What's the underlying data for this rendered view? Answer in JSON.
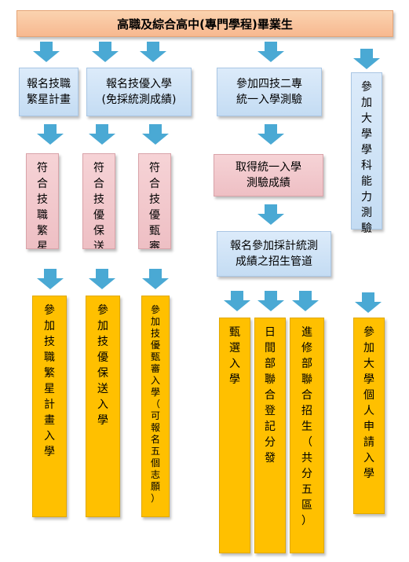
{
  "title": "高職及綜合高中(專門學程)畢業生",
  "row1": {
    "b1": "報名技職\n繁星計畫",
    "b2": "報名技優入學\n(免採統測成績)",
    "b3": "參加四技二專\n統一入學測驗",
    "b4": "參加大學學科能力測驗"
  },
  "row2": {
    "p1": "符合技職繁星計畫資格",
    "p2": "符合技優保送入學報名",
    "p3": "符合技優甄審入學報名",
    "p4": "取得統一入學\n測驗成績",
    "p5": "報名參加採計統測\n成績之招生管道"
  },
  "row3": {
    "g1": "參加技職繁星計畫入學",
    "g2": "參加技優保送入學",
    "g3": "參加技優甄審入學（可報名五個志願）",
    "g4": "甄選入學",
    "g5": "日間部聯合登記分發",
    "g6": "進修部聯合招生（共分五區）",
    "g7": "參加大學個人申請入學"
  },
  "colors": {
    "arrow": "#4aa9d4",
    "gold": "#ffc000"
  }
}
